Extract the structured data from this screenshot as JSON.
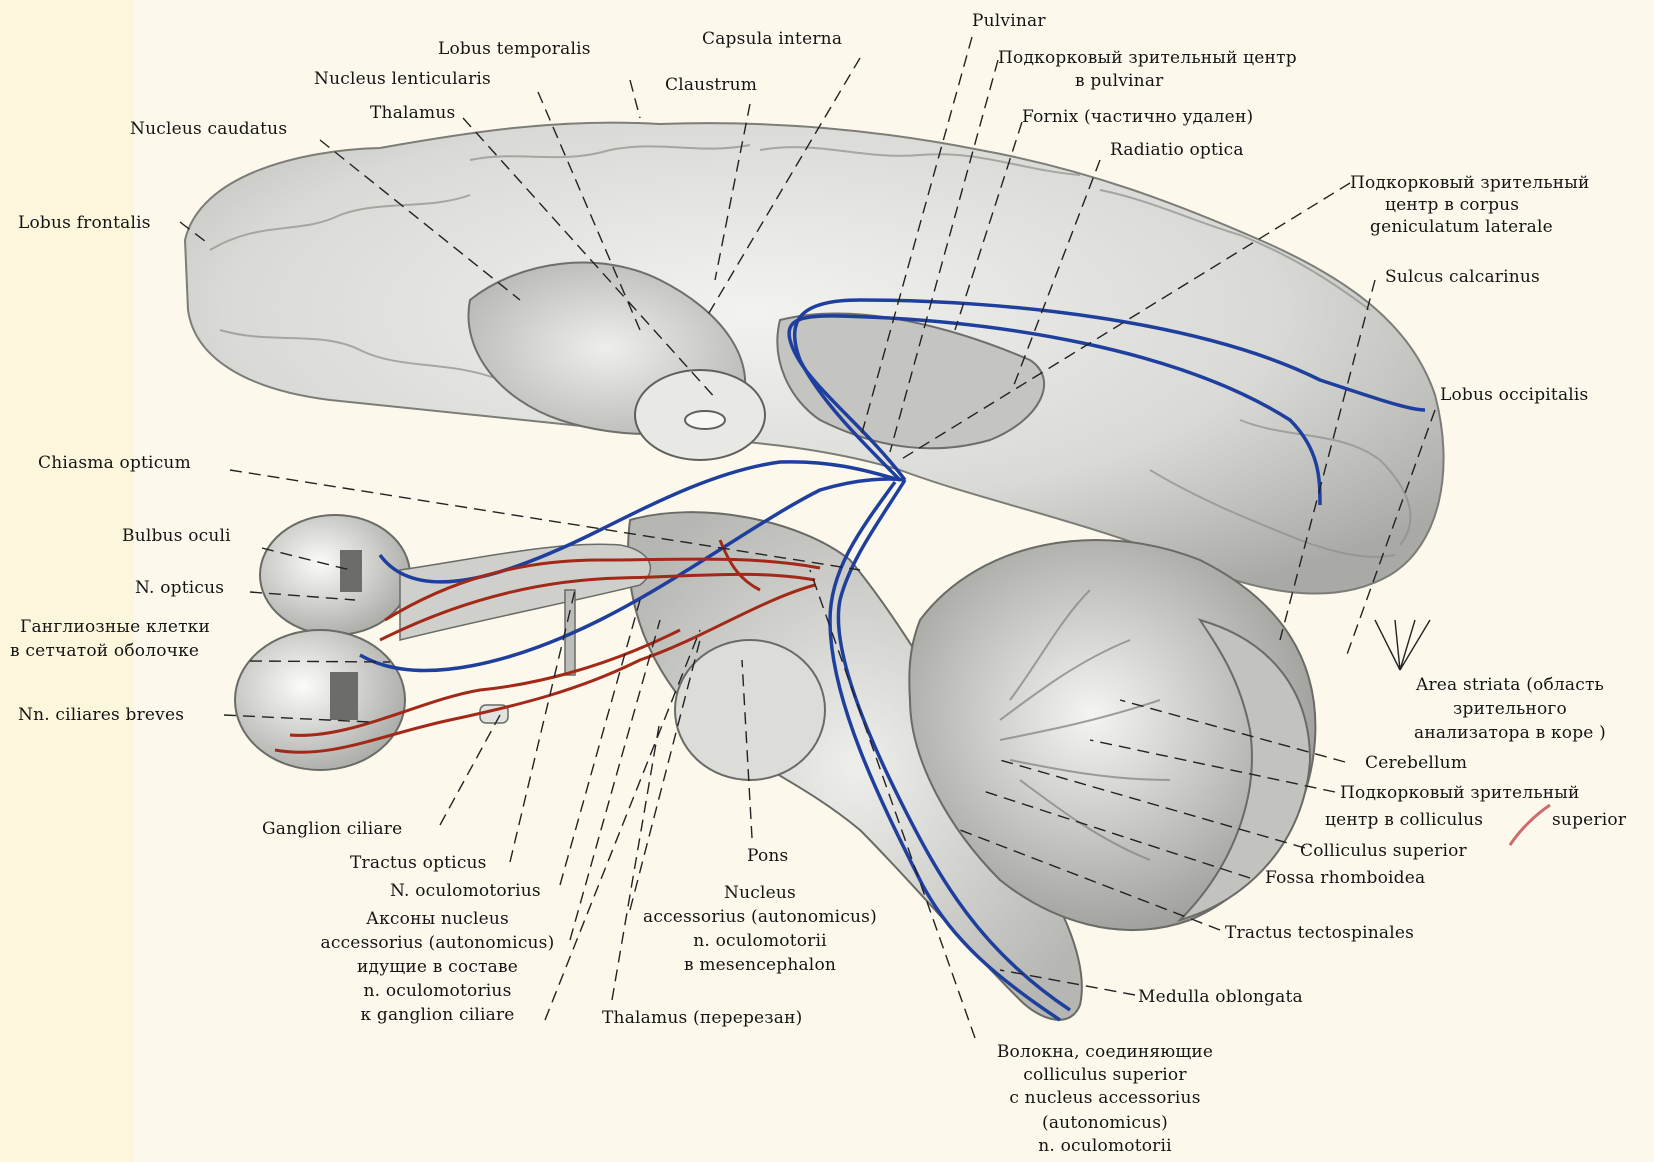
{
  "labels": {
    "lobus_temporalis": "Lobus temporalis",
    "capsula_interna": "Capsula interna",
    "pulvinar": "Pulvinar",
    "subcortical_pulvinar_1": "Подкорковый зрительный центр",
    "subcortical_pulvinar_2": "в pulvinar",
    "nucleus_lenticularis": "Nucleus lenticularis",
    "claustrum": "Claustrum",
    "thalamus": "Thalamus",
    "fornix": "Fornix (частично удален)",
    "nucleus_caudatus": "Nucleus caudatus",
    "radiatio_optica": "Radiatio optica",
    "subcortical_cgl_1": "Подкорковый зрительный",
    "subcortical_cgl_2": "центр в corpus",
    "subcortical_cgl_3": "geniculatum laterale",
    "lobus_frontalis": "Lobus frontalis",
    "sulcus_calcarinus": "Sulcus calcarinus",
    "lobus_occipitalis": "Lobus occipitalis",
    "chiasma_opticum": "Chiasma opticum",
    "bulbus_oculi": "Bulbus oculi",
    "n_opticus": "N. opticus",
    "ganglion_cells_1": "Ганглиозные клетки",
    "ganglion_cells_2": "в сетчатой оболочке",
    "nn_ciliares_breves": "Nn. ciliares breves",
    "area_striata_1": "Area striata (область",
    "area_striata_2": "зрительного",
    "area_striata_3": "анализатора в коре )",
    "cerebellum": "Cerebellum",
    "subcortical_colliculus_1": "Подкорковый зрительный",
    "subcortical_colliculus_2": "центр в colliculus",
    "subcortical_colliculus_3": "superior",
    "colliculus_superior": "Colliculus superior",
    "fossa_rhomboidea": "Fossa rhomboidea",
    "tractus_tectospinales": "Tractus tectospinales",
    "medulla_oblongata": "Medulla oblongata",
    "ganglion_ciliare": "Ganglion ciliare",
    "tractus_opticus": "Tractus opticus",
    "pons": "Pons",
    "n_oculomotorius": "N. oculomotorius",
    "axons_1": "Аксоны nucleus",
    "axons_2": "accessorius (autonomicus)",
    "axons_3": "идущие в составе",
    "axons_4": "n. oculomotorius",
    "axons_5": "к ganglion ciliare",
    "nucleus_acc_1": "Nucleus",
    "nucleus_acc_2": "accessorius (autonomicus)",
    "nucleus_acc_3": "n. oculomotorii",
    "nucleus_acc_4": "в mesencephalon",
    "thalamus_cut": "Thalamus (перерезан)",
    "fibers_1": "Волокна, соединяющие",
    "fibers_2": "colliculus superior",
    "fibers_3": "с nucleus accessorius",
    "fibers_4": "(autonomicus)",
    "fibers_5": "n. oculomotorii"
  },
  "colors": {
    "visual_pathway": "#1f3f9e",
    "oculomotor_pathway": "#a32818",
    "brain_tissue": "#d6d6d3",
    "background": "#fcf9ec"
  }
}
